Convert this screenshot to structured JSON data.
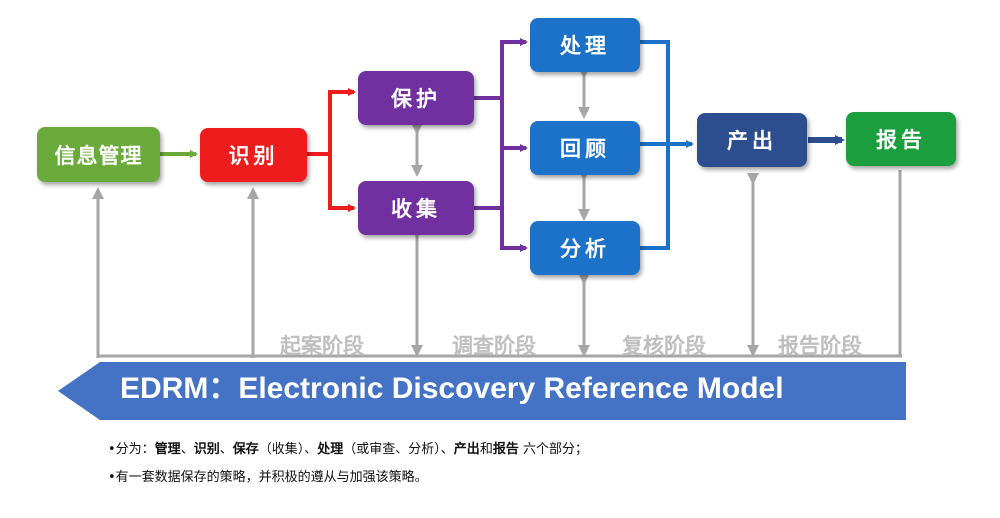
{
  "nodes": {
    "info_mgmt": "信息管理",
    "identify": "识别",
    "preserve": "保护",
    "collect": "收集",
    "process": "处理",
    "review": "回顾",
    "analyze": "分析",
    "produce": "产出",
    "report": "报告"
  },
  "phases": [
    "起案阶段",
    "调查阶段",
    "复核阶段",
    "报告阶段"
  ],
  "banner": "EDRM：Electronic Discovery Reference Model",
  "notes": {
    "line1": {
      "bullet": "•分为：",
      "p1": "管理",
      "s1": "、",
      "p2": "识别",
      "s2": "、",
      "p3": "保存",
      "s3": "（收集）、",
      "p4": "处理",
      "s4": "（或审查、分析）、",
      "p5": "产出",
      "s5": "和",
      "p6": "报告",
      "s6": " 六个部分；"
    },
    "line2": "•有一套数据保存的策略，并积极的遵从与加强该策略。"
  },
  "colors": {
    "green": "#6aaa3a",
    "red": "#ee1c1c",
    "purple": "#7030a0",
    "blue": "#1c72c8",
    "dark_blue": "#2c4d8e",
    "report_green": "#1a9e3e",
    "banner_blue": "#4472c4",
    "gray": "#a6a6a6"
  }
}
